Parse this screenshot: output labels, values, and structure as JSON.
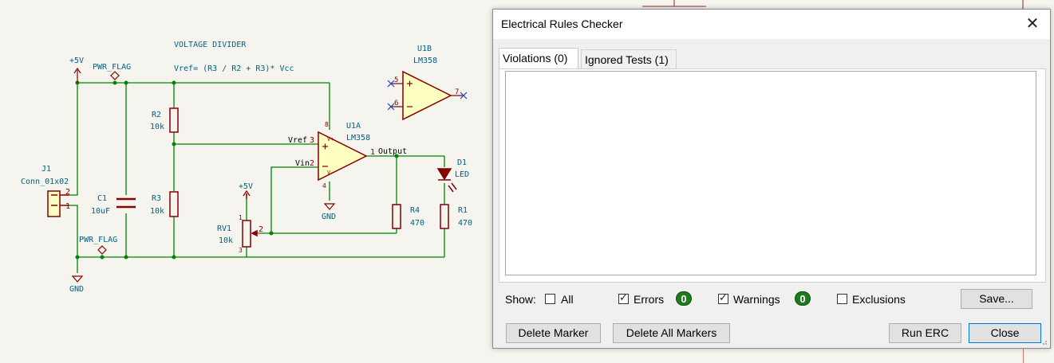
{
  "schematic": {
    "title_note": "VOLTAGE DIVIDER",
    "formula": "Vref= (R3 / R2 + R3)* Vcc",
    "pwr_5v_left": "+5V",
    "pwr_flag_top": "PWR_FLAG",
    "pwr_flag_bottom": "PWR_FLAG",
    "gnd_left": "GND",
    "gnd_opamp": "GND",
    "pwr_5v_pot": "+5V",
    "j1_ref": "J1",
    "j1_value": "Conn_01x02",
    "j1_pin2": "2",
    "j1_pin1": "1",
    "c1_ref": "C1",
    "c1_value": "10uF",
    "r2_ref": "R2",
    "r2_value": "10k",
    "r3_ref": "R3",
    "r3_value": "10k",
    "rv1_ref": "RV1",
    "rv1_value": "10k",
    "rv1_pin1": "1",
    "rv1_pin2": "2",
    "rv1_pin3": "3",
    "u1a_ref": "U1A",
    "u1a_value": "LM358",
    "u1b_ref": "U1B",
    "u1b_value": "LM358",
    "u1b_pin5": "5",
    "u1b_pin6": "6",
    "u1b_pin7": "7",
    "u1a_pin3": "3",
    "u1a_pin2": "2",
    "u1a_pin1": "1",
    "u1a_pin8": "8",
    "u1a_pin4": "4",
    "u1a_vplus": "V+",
    "u1a_vminus": "V-",
    "net_vref": "Vref",
    "net_vin": "Vin",
    "net_output": "Output",
    "r4_ref": "R4",
    "r4_value": "470",
    "r1_ref": "R1",
    "r1_value": "470",
    "d1_ref": "D1",
    "d1_value": "LED"
  },
  "dialog": {
    "title": "Electrical Rules Checker",
    "close_glyph": "✕",
    "tabs": [
      {
        "label": "Violations (0)"
      },
      {
        "label": "Ignored Tests (1)"
      }
    ],
    "show_label": "Show:",
    "filters": {
      "all": {
        "label": "All",
        "checked": false
      },
      "errors": {
        "label": "Errors",
        "checked": true,
        "count": "0"
      },
      "warnings": {
        "label": "Warnings",
        "checked": true,
        "count": "0"
      },
      "exclusions": {
        "label": "Exclusions",
        "checked": false
      }
    },
    "buttons": {
      "save": "Save...",
      "delete_marker": "Delete Marker",
      "delete_all_markers": "Delete All Markers",
      "run_erc": "Run ERC",
      "close": "Close"
    }
  },
  "colors": {
    "wire": "#008400",
    "component": "#840000",
    "opamp_fill": "#ffffc2",
    "text_blue": "#006284",
    "badge": "#1f7a1f"
  }
}
